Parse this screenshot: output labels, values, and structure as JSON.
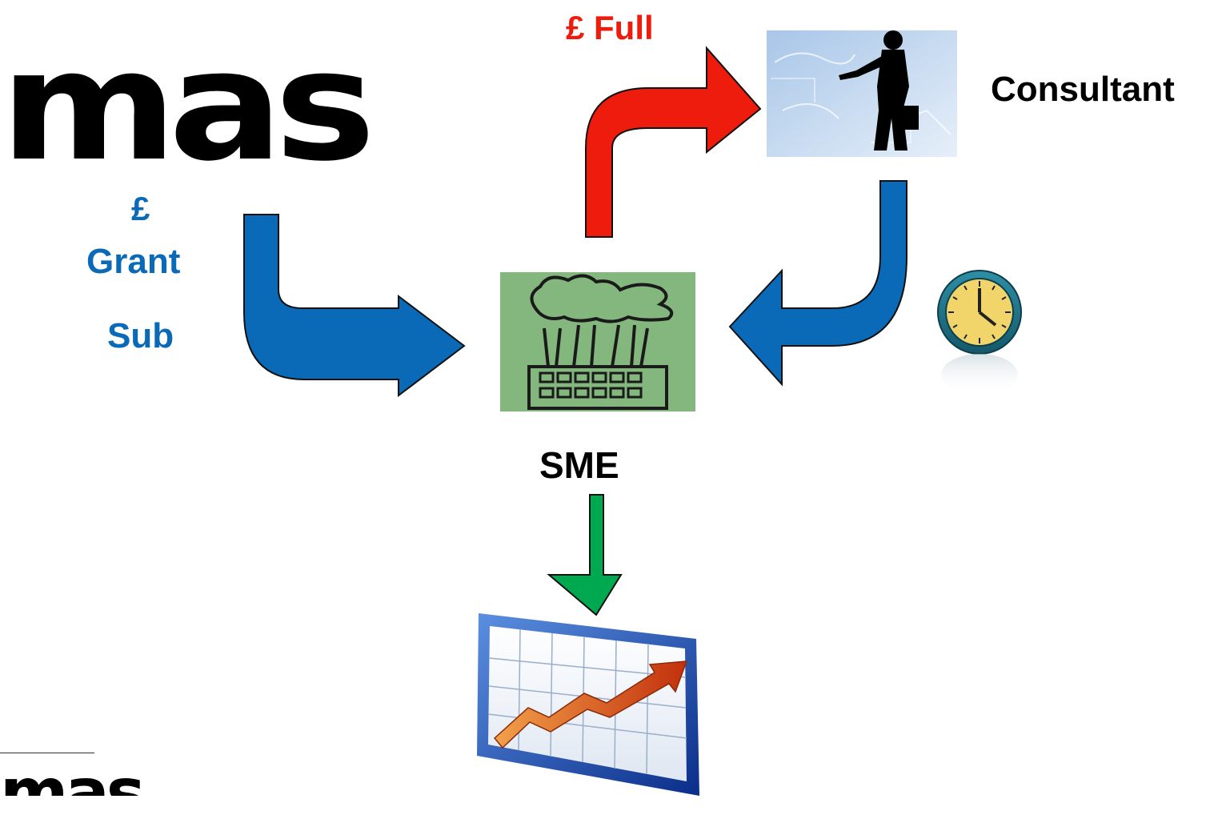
{
  "logo": {
    "text": "mas",
    "small_text": "mas"
  },
  "labels": {
    "full_price": "£ Full",
    "consultant": "Consultant",
    "grant_currency": "£",
    "grant": "Grant",
    "sub": "Sub",
    "sme": "SME"
  },
  "icons": {
    "consultant": "businessman-silhouette-icon",
    "sme": "factory-icon",
    "time": "clock-icon",
    "growth": "growth-chart-icon"
  },
  "colors": {
    "full_price": "#ee1c0c",
    "grant": "#0a6ab8",
    "growth_arrow": "#00a84f",
    "text": "#000000"
  }
}
